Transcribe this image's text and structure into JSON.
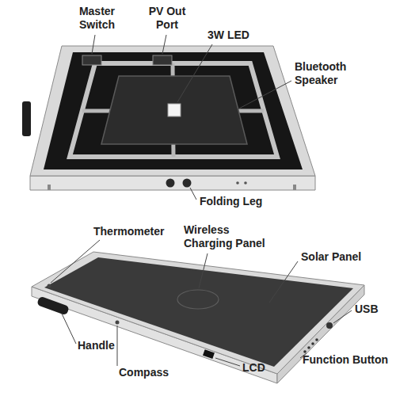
{
  "diagram": {
    "labels": [
      "Master Switch",
      "PV Out Port",
      "3W LED",
      "Bluetooth Speaker",
      "Folding Leg",
      "Thermometer",
      "Wireless Charging Panel",
      "Solar Panel",
      "USB",
      "Function Button",
      "Handle",
      "Compass",
      "LCD"
    ]
  }
}
